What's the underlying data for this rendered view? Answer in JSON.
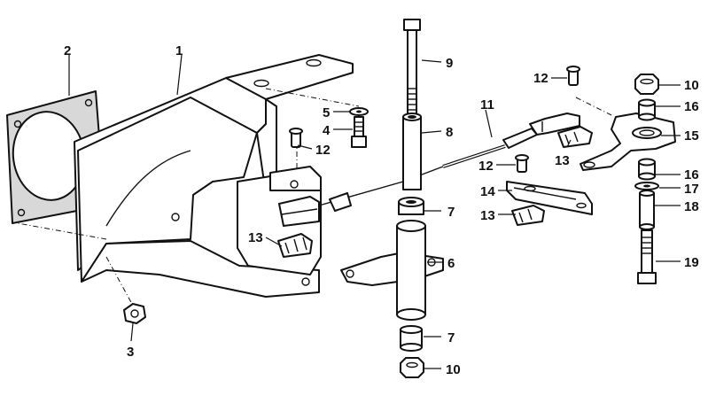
{
  "callouts": [
    {
      "id": "c1",
      "text": "1"
    },
    {
      "id": "c2",
      "text": "2"
    },
    {
      "id": "c3",
      "text": "3"
    },
    {
      "id": "c4",
      "text": "4"
    },
    {
      "id": "c5",
      "text": "5"
    },
    {
      "id": "c6",
      "text": "6"
    },
    {
      "id": "c7a",
      "text": "7"
    },
    {
      "id": "c7b",
      "text": "7"
    },
    {
      "id": "c8",
      "text": "8"
    },
    {
      "id": "c9",
      "text": "9"
    },
    {
      "id": "c10a",
      "text": "10"
    },
    {
      "id": "c10b",
      "text": "10"
    },
    {
      "id": "c11",
      "text": "11"
    },
    {
      "id": "c12a",
      "text": "12"
    },
    {
      "id": "c12b",
      "text": "12"
    },
    {
      "id": "c12c",
      "text": "12"
    },
    {
      "id": "c13a",
      "text": "13"
    },
    {
      "id": "c13b",
      "text": "13"
    },
    {
      "id": "c13c",
      "text": "13"
    },
    {
      "id": "c14",
      "text": "14"
    },
    {
      "id": "c15",
      "text": "15"
    },
    {
      "id": "c16a",
      "text": "16"
    },
    {
      "id": "c16b",
      "text": "16"
    },
    {
      "id": "c17",
      "text": "17"
    },
    {
      "id": "c18",
      "text": "18"
    },
    {
      "id": "c19",
      "text": "19"
    }
  ]
}
